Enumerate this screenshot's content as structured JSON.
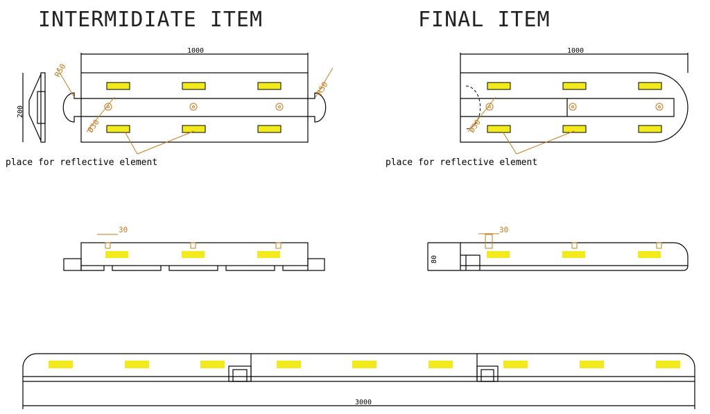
{
  "titles": {
    "intermediate": "INTERMIDIATE ITEM",
    "final": "FINAL ITEM"
  },
  "labels": {
    "reflective_intermediate": "place for reflective element",
    "reflective_final": "place for reflective element"
  },
  "dimensions": {
    "length_intermediate": "1000",
    "length_final": "1000",
    "width": "200",
    "radius_intermediate_left": "R50",
    "radius_intermediate_right": "R50",
    "hole_intermediate": "Ø30",
    "hole_final": "Ø30",
    "offset_intermediate": "30",
    "offset_final": "30",
    "height_final": "80",
    "total_length": "3000"
  },
  "colors": {
    "reflector": "#f2ea1c",
    "dimension": "#c77a1a"
  }
}
